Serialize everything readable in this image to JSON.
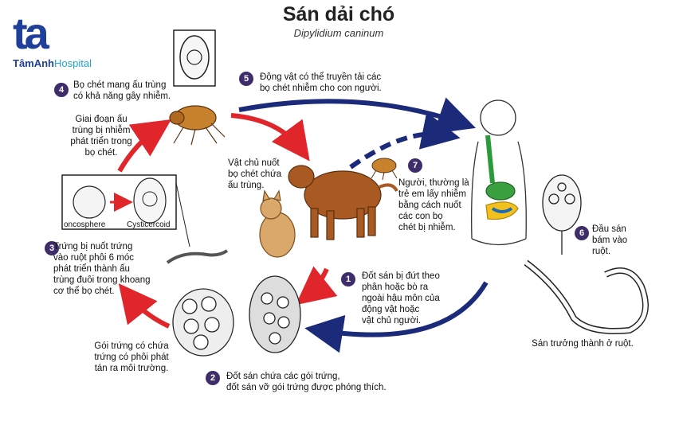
{
  "header": {
    "title": "Sán dải chó",
    "subtitle": "Dipylidium caninum"
  },
  "logo": {
    "mark": "ta",
    "name_part1": "TâmAnh",
    "name_part2": "Hospital"
  },
  "steps": {
    "s1": {
      "number": "1",
      "text": "Đốt sán bị đứt theo\nphân hoặc bò ra\nngoài hậu môn của\nđộng vật hoặc\nvật chủ người."
    },
    "s2": {
      "number": "2",
      "text": "Đốt sán chứa các gói trứng,\nđốt sán vỡ gói trứng được phóng thích."
    },
    "s3": {
      "number": "3",
      "text": "Trứng bị nuốt trứng\nvào ruột phôi 6 móc\nphát triển thành ấu\ntrùng đuôi trong khoang\ncơ thể bọ chét."
    },
    "s4": {
      "number": "4",
      "text": "Bọ chét mang ấu trùng\ncó khả năng gây nhiễm."
    },
    "s5": {
      "number": "5",
      "text": "Động vật có thể truyền tải các\nbọ chét nhiễm cho con người."
    },
    "s6": {
      "number": "6",
      "text": "Đầu sán\nbám vào\nruột."
    },
    "s7": {
      "number": "7",
      "text": "Người, thường là\ntrẻ em lấy nhiễm\nbằng cách nuốt\ncác con bọ\nchét bị nhiễm."
    }
  },
  "labels": {
    "larval_stage": "Giai đoạn ấu\ntrùng bị nhiễm\nphát triển trong\nbọ chét.",
    "host_swallow": "Vật chủ nuốt\nbọ chét chứa\nấu trùng.",
    "egg_packet": "Gói trứng có chứa\ntrứng có phôi phát\ntán ra môi trường.",
    "adult_worm": "Sán trưởng thành ở ruột.",
    "oncosphere": "oncosphere",
    "cysticercoid": "Cysticercoid"
  },
  "colors": {
    "red_arrow": "#e0262b",
    "blue_arrow": "#1c2a7a",
    "badge": "#3f2d6b",
    "brand_dark": "#1f3f9b",
    "brand_light": "#20a6c8"
  }
}
